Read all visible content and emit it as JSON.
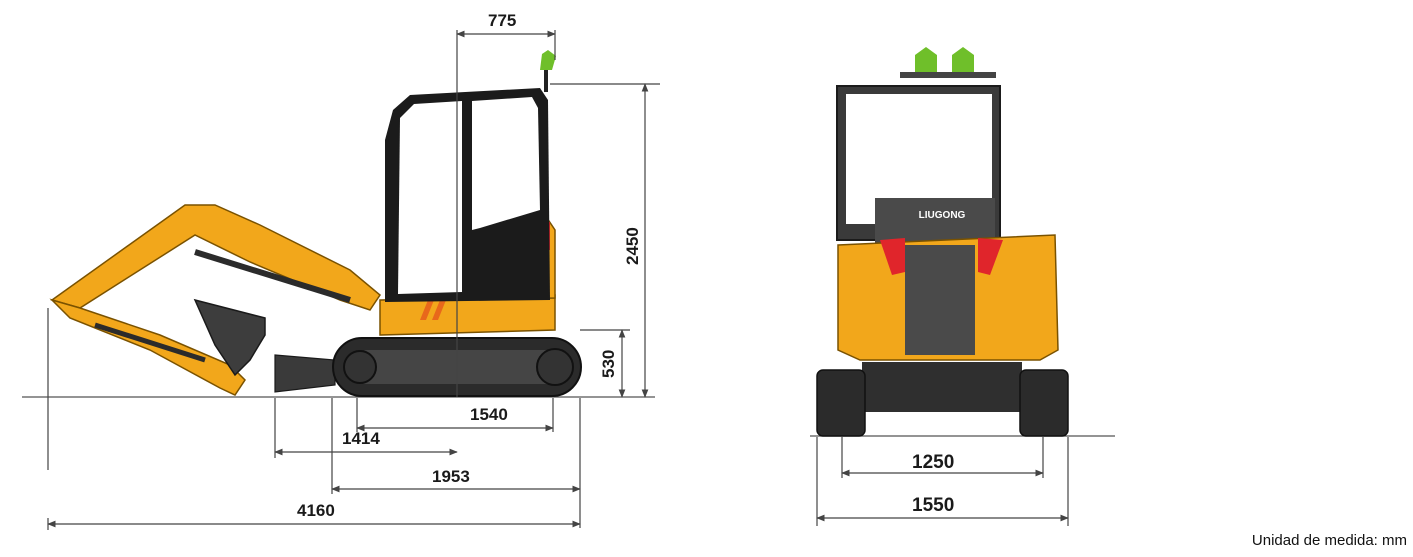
{
  "dimensions": {
    "cab_offset": "775",
    "overall_height": "2450",
    "track_height": "530",
    "track_ground_length": "1540",
    "dim_1414": "1414",
    "dim_1953": "1953",
    "overall_length": "4160",
    "track_gauge": "1250",
    "overall_width": "1550"
  },
  "brand_label": "LIUGONG",
  "unit_note": "Unidad de medida: mm",
  "colors": {
    "body_yellow": "#F2A71B",
    "cab_black": "#1b1b1b",
    "track_dark": "#2b2b2b",
    "beacon_green": "#6FBF2A",
    "light_red": "#E0252B",
    "panel_gray": "#4a4a4a"
  }
}
